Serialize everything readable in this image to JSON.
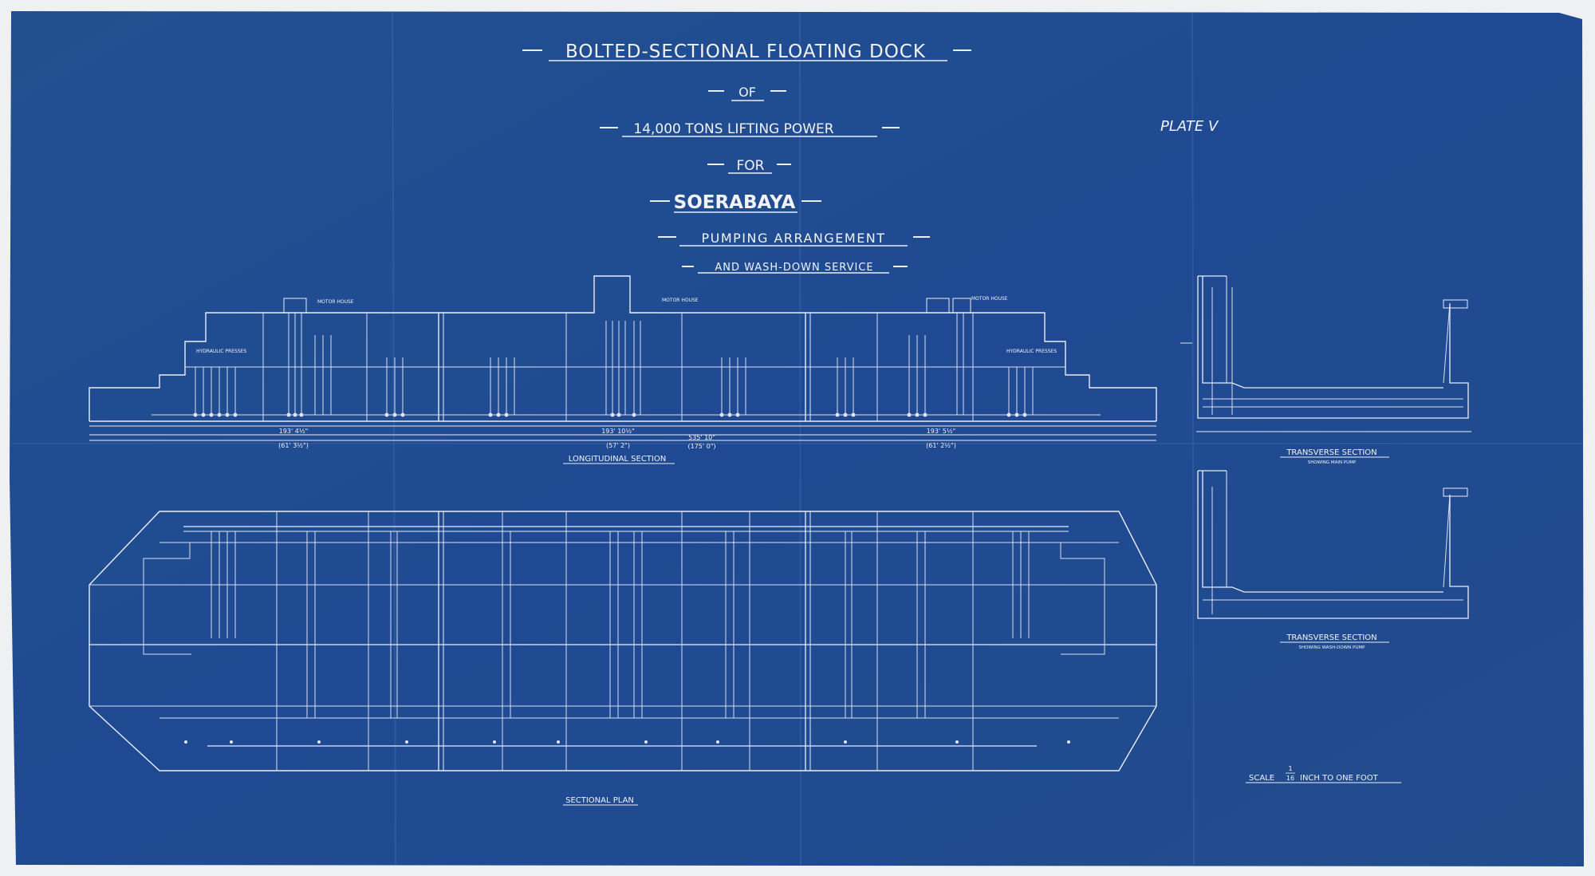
{
  "title": {
    "line1": "BOLTED-SECTIONAL FLOATING DOCK",
    "line2": "OF",
    "line3": "14,000 TONS LIFTING POWER",
    "line4": "FOR",
    "line5": "SOERABAYA",
    "line6": "PUMPING ARRANGEMENT",
    "line7": "AND WASH-DOWN SERVICE"
  },
  "plate": "PLATE V",
  "views": {
    "longitudinal": "LONGITUDINAL SECTION",
    "plan": "SECTIONAL PLAN",
    "transverse1": "TRANSVERSE SECTION",
    "transverse1_note": "SHOWING MAIN PUMP",
    "transverse2": "TRANSVERSE SECTION",
    "transverse2_note": "SHOWING WASH-DOWN PUMP"
  },
  "scale": {
    "prefix": "SCALE",
    "num": "1",
    "den": "16",
    "suffix": "INCH TO ONE FOOT"
  },
  "dims": {
    "left_a": "193' 4½\"",
    "left_b": "(61' 3½\")",
    "mid_a": "193' 10½\"",
    "mid_b": "(57' 2\")",
    "right_a": "193' 5½\"",
    "right_b": "(61' 2½\")",
    "total_a": "535' 10\"",
    "total_b": "(175' 0\")"
  },
  "notes": {
    "motor_house_l": "MOTOR HOUSE",
    "presses_l": "HYDRAULIC PRESSES",
    "motor_house_m": "MOTOR HOUSE",
    "motor_house_r": "MOTOR HOUSE",
    "presses_r": "HYDRAULIC PRESSES"
  },
  "colors": {
    "paper": "#1f4a93",
    "ink": "#eef1f8"
  }
}
